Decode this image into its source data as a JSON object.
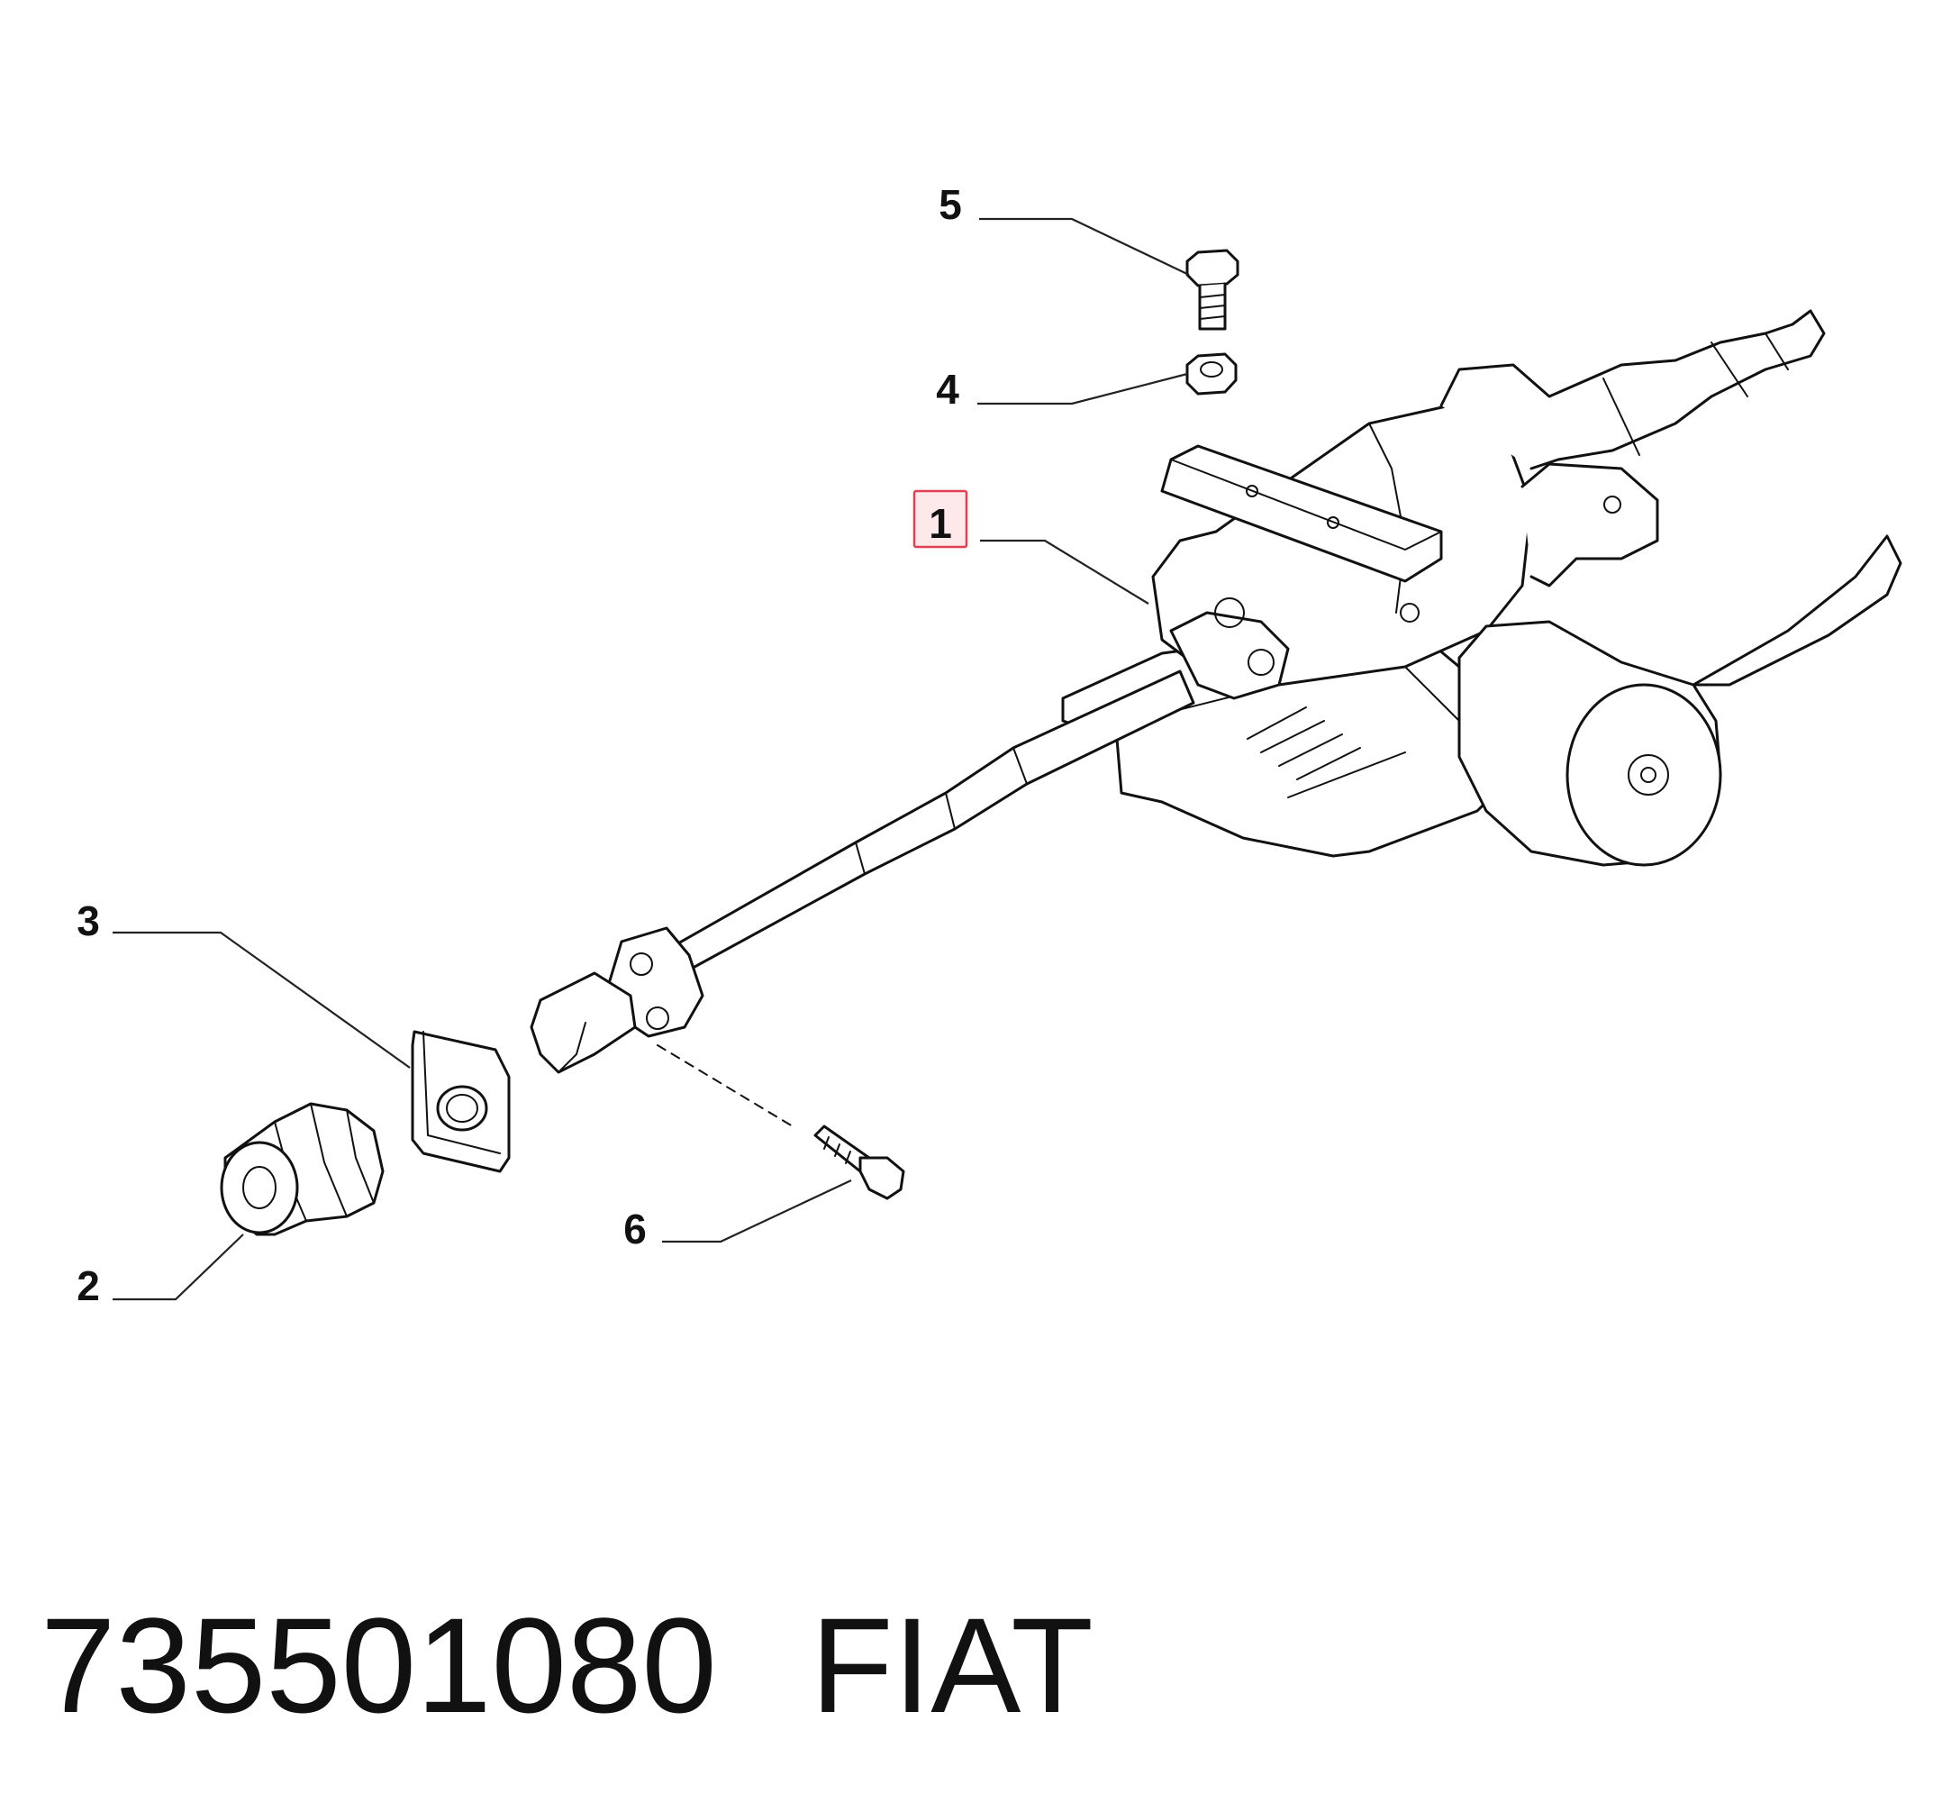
{
  "callouts": [
    {
      "id": "1",
      "label": "1",
      "highlighted": true
    },
    {
      "id": "2",
      "label": "2"
    },
    {
      "id": "3",
      "label": "3"
    },
    {
      "id": "4",
      "label": "4"
    },
    {
      "id": "5",
      "label": "5"
    },
    {
      "id": "6",
      "label": "6"
    }
  ],
  "footer": {
    "part_number": "735501080",
    "brand": "FIAT"
  },
  "colors": {
    "highlight_border": "#e04050",
    "highlight_fill": "#fde8ea",
    "line": "#111111",
    "background": "#ffffff"
  }
}
